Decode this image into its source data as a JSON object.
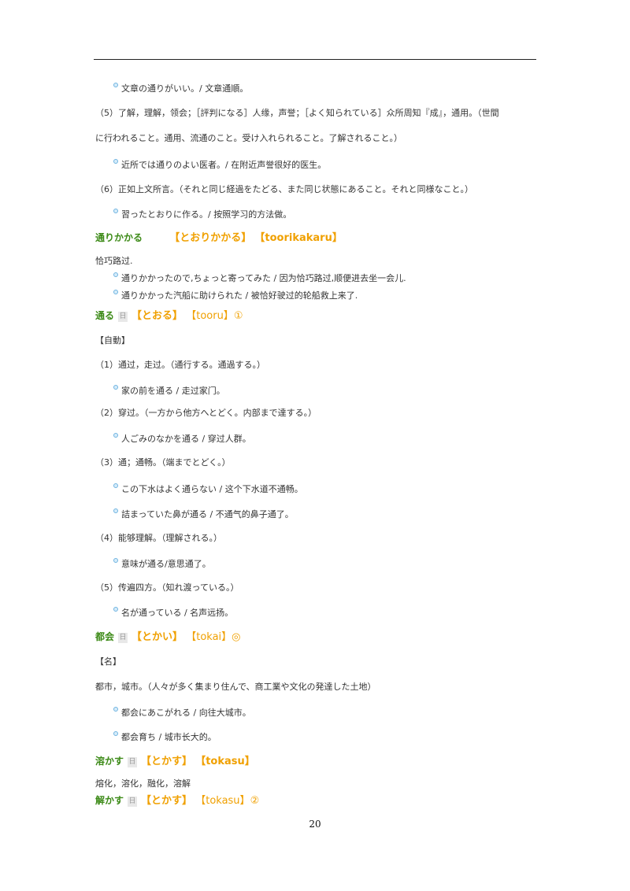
{
  "page_number": "20",
  "rows": {
    "e1": "文章の通りがいい。/ 文章通順。",
    "d5a": "（5）了解，理解，领会；［評判になる］人缘，声誉；［よく知られている］众所周知『成』，通用。（世間",
    "d5b": "に行われること。通用、流通のこと。受け入れられること。了解されること。）",
    "e2": "近所では通りのよい医者。/ 在附近声誉很好的医生。",
    "d6": "（6）正如上文所言。（それと同じ経過をたどる、また同じ状態にあること。それと同様なこと。）",
    "e3": "習ったとおりに作る。/ 按照学习的方法做。"
  },
  "entries": {
    "toorikakaru": {
      "headword": "通りかかる",
      "kana": "【とおりかかる】",
      "romaji": "【toorikakaru】",
      "meaning": "恰巧路过.",
      "examples": [
        "通りかかったので,ちょっと寄ってみた / 因为恰巧路过,顺便进去坐一会儿.",
        "通りかかった汽船に助けられた / 被恰好驶过的轮船救上来了."
      ]
    },
    "tooru": {
      "headword": "通る",
      "tag": "日",
      "kana": "【とおる】",
      "romaji": "【tooru】",
      "accent": "①",
      "pos": "【自動】",
      "s1": "（1）通过，走过。（通行する。通過する。）",
      "s1e": "家の前を通る / 走过家门。",
      "s2": "（2）穿过。（一方から他方へとどく。内部まで達する。）",
      "s2e": "人ごみのなかを通る / 穿过人群。",
      "s3": "（3）通；通畅。（端までとどく。）",
      "s3e1": "この下水はよく通らない / 这个下水道不通畅。",
      "s3e2": "詰まっていた鼻が通る / 不通气的鼻子通了。",
      "s4": "（4）能够理解。（理解される。）",
      "s4e": "意味が通る/意思通了。",
      "s5": "（5）传遍四方。（知れ渡っている。）",
      "s5e": "名が通っている / 名声远扬。"
    },
    "tokai": {
      "headword": "都会",
      "tag": "日",
      "kana": "【とかい】",
      "romaji": "【tokai】",
      "accent": "◎",
      "pos": "【名】",
      "meaning": "都市，城市。（人々が多く集まり住んで、商工業や文化の発達した土地）",
      "e1": "都会にあこがれる / 向往大城市。",
      "e2": "都会育ち / 城市长大的。"
    },
    "tokasu1": {
      "headword": "溶かす",
      "tag": "日",
      "kana": "【とかす】",
      "romaji": "【tokasu】",
      "meaning": "熔化，溶化，融化，溶解"
    },
    "tokasu2": {
      "headword": "解かす",
      "tag": "日",
      "kana": "【とかす】",
      "romaji": "【tokasu】",
      "accent": "②"
    }
  }
}
